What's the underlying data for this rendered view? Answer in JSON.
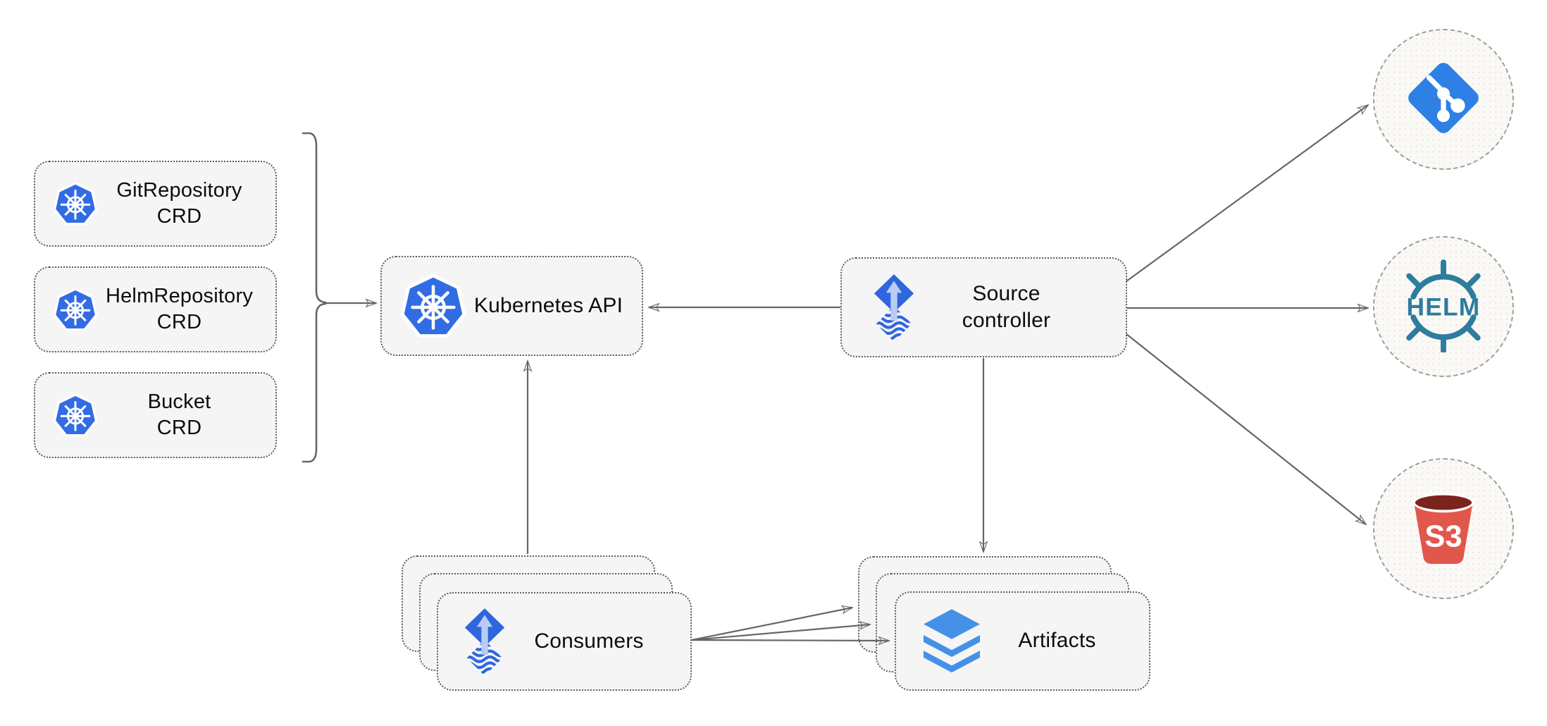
{
  "nodes": {
    "crds": [
      {
        "line1": "GitRepository",
        "line2": "CRD"
      },
      {
        "line1": "HelmRepository",
        "line2": "CRD"
      },
      {
        "line1": "Bucket",
        "line2": "CRD"
      }
    ],
    "kubernetes_api": {
      "label": "Kubernetes API"
    },
    "source_controller": {
      "line1": "Source",
      "line2": "controller"
    },
    "consumers": {
      "label": "Consumers"
    },
    "artifacts": {
      "label": "Artifacts"
    }
  },
  "external_sources": {
    "helm_label": "HELM",
    "s3_label": "S3"
  },
  "icons": {
    "kubernetes": "kubernetes-wheel-heptagon",
    "flux": "flux-diamond-arrow-waves",
    "git": "git-branch-diamond",
    "helm": "helm-wheel-with-text",
    "s3": "s3-bucket",
    "artifacts": "stacked-layers"
  },
  "colors": {
    "kubernetes_blue": "#326CE5",
    "flux_blue": "#2F66DF",
    "flux_arrow_light": "#B9CCF3",
    "git_blue": "#2F80E4",
    "helm_teal": "#2E7C9E",
    "s3_red": "#E2574C",
    "s3_dark": "#7B241C",
    "artifact_blue": "#4691E8",
    "connector_gray": "#666666",
    "node_fill": "#F5F5F5",
    "node_border": "#5F5F5F",
    "circle_fill": "#FAF9F6",
    "circle_border": "#9E9E9E"
  }
}
